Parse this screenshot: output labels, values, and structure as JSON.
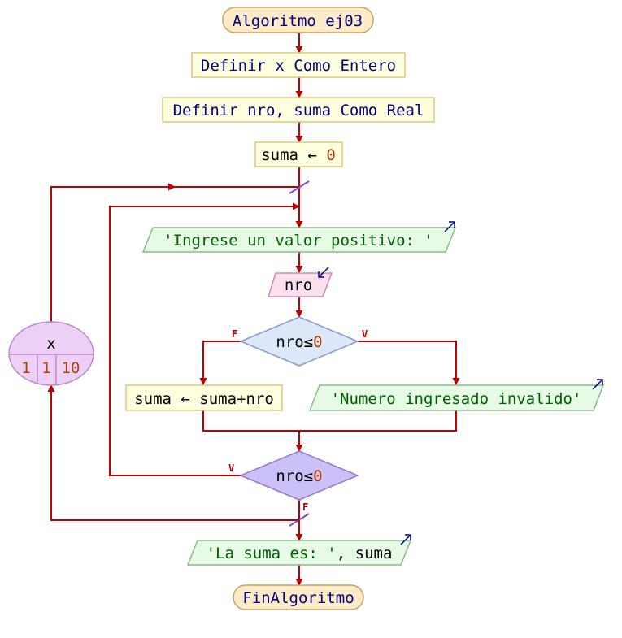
{
  "colors": {
    "arrow": "#c00000",
    "keyword": "#000080",
    "number": "#b04000",
    "string": "#006000",
    "text": "#000000",
    "terminal_fill": "#fdebc8",
    "terminal_border": "#c8a060",
    "process_fill": "#ffffe0",
    "process_border": "#d8c878",
    "output_fill": "#e6fae6",
    "output_border": "#88bb88",
    "input_fill": "#fde0f0",
    "input_border": "#d088b0",
    "decision_fill": "#dce8f8",
    "decision_border": "#8899cc",
    "loop_decision_fill": "#ccc0f8",
    "loop_decision_border": "#9977cc",
    "for_fill": "#eecff5",
    "for_border": "#bb88cc"
  },
  "nodes": {
    "start": [
      {
        "t": "Algoritmo ej03",
        "c": "keyword"
      }
    ],
    "def_x": [
      {
        "t": "Definir x Como Entero",
        "c": "keyword"
      }
    ],
    "def_nro": [
      {
        "t": "Definir nro, suma Como Real",
        "c": "keyword"
      }
    ],
    "assign": [
      {
        "t": "suma ← ",
        "c": "text"
      },
      {
        "t": "0",
        "c": "number"
      }
    ],
    "prompt": [
      {
        "t": "'Ingrese un valor positivo: '",
        "c": "string"
      }
    ],
    "read": [
      {
        "t": "nro",
        "c": "text"
      }
    ],
    "cond1": [
      {
        "t": "nro≤",
        "c": "text"
      },
      {
        "t": "0",
        "c": "number"
      }
    ],
    "sum": [
      {
        "t": "suma ← suma+nro",
        "c": "text"
      }
    ],
    "invalid": [
      {
        "t": "'Numero ingresado invalido'",
        "c": "string"
      }
    ],
    "cond2": [
      {
        "t": "nro≤",
        "c": "text"
      },
      {
        "t": "0",
        "c": "number"
      }
    ],
    "result": [
      {
        "t": "'La suma es: '",
        "c": "string"
      },
      {
        "t": ", suma",
        "c": "text"
      }
    ],
    "end": [
      {
        "t": "FinAlgoritmo",
        "c": "keyword"
      }
    ]
  },
  "for_loop": {
    "var": "x",
    "start": "1",
    "step": "1",
    "end": "10"
  },
  "branch_labels": {
    "cond1_false": "F",
    "cond1_true": "V",
    "cond2_true": "V",
    "cond2_false": "F"
  }
}
